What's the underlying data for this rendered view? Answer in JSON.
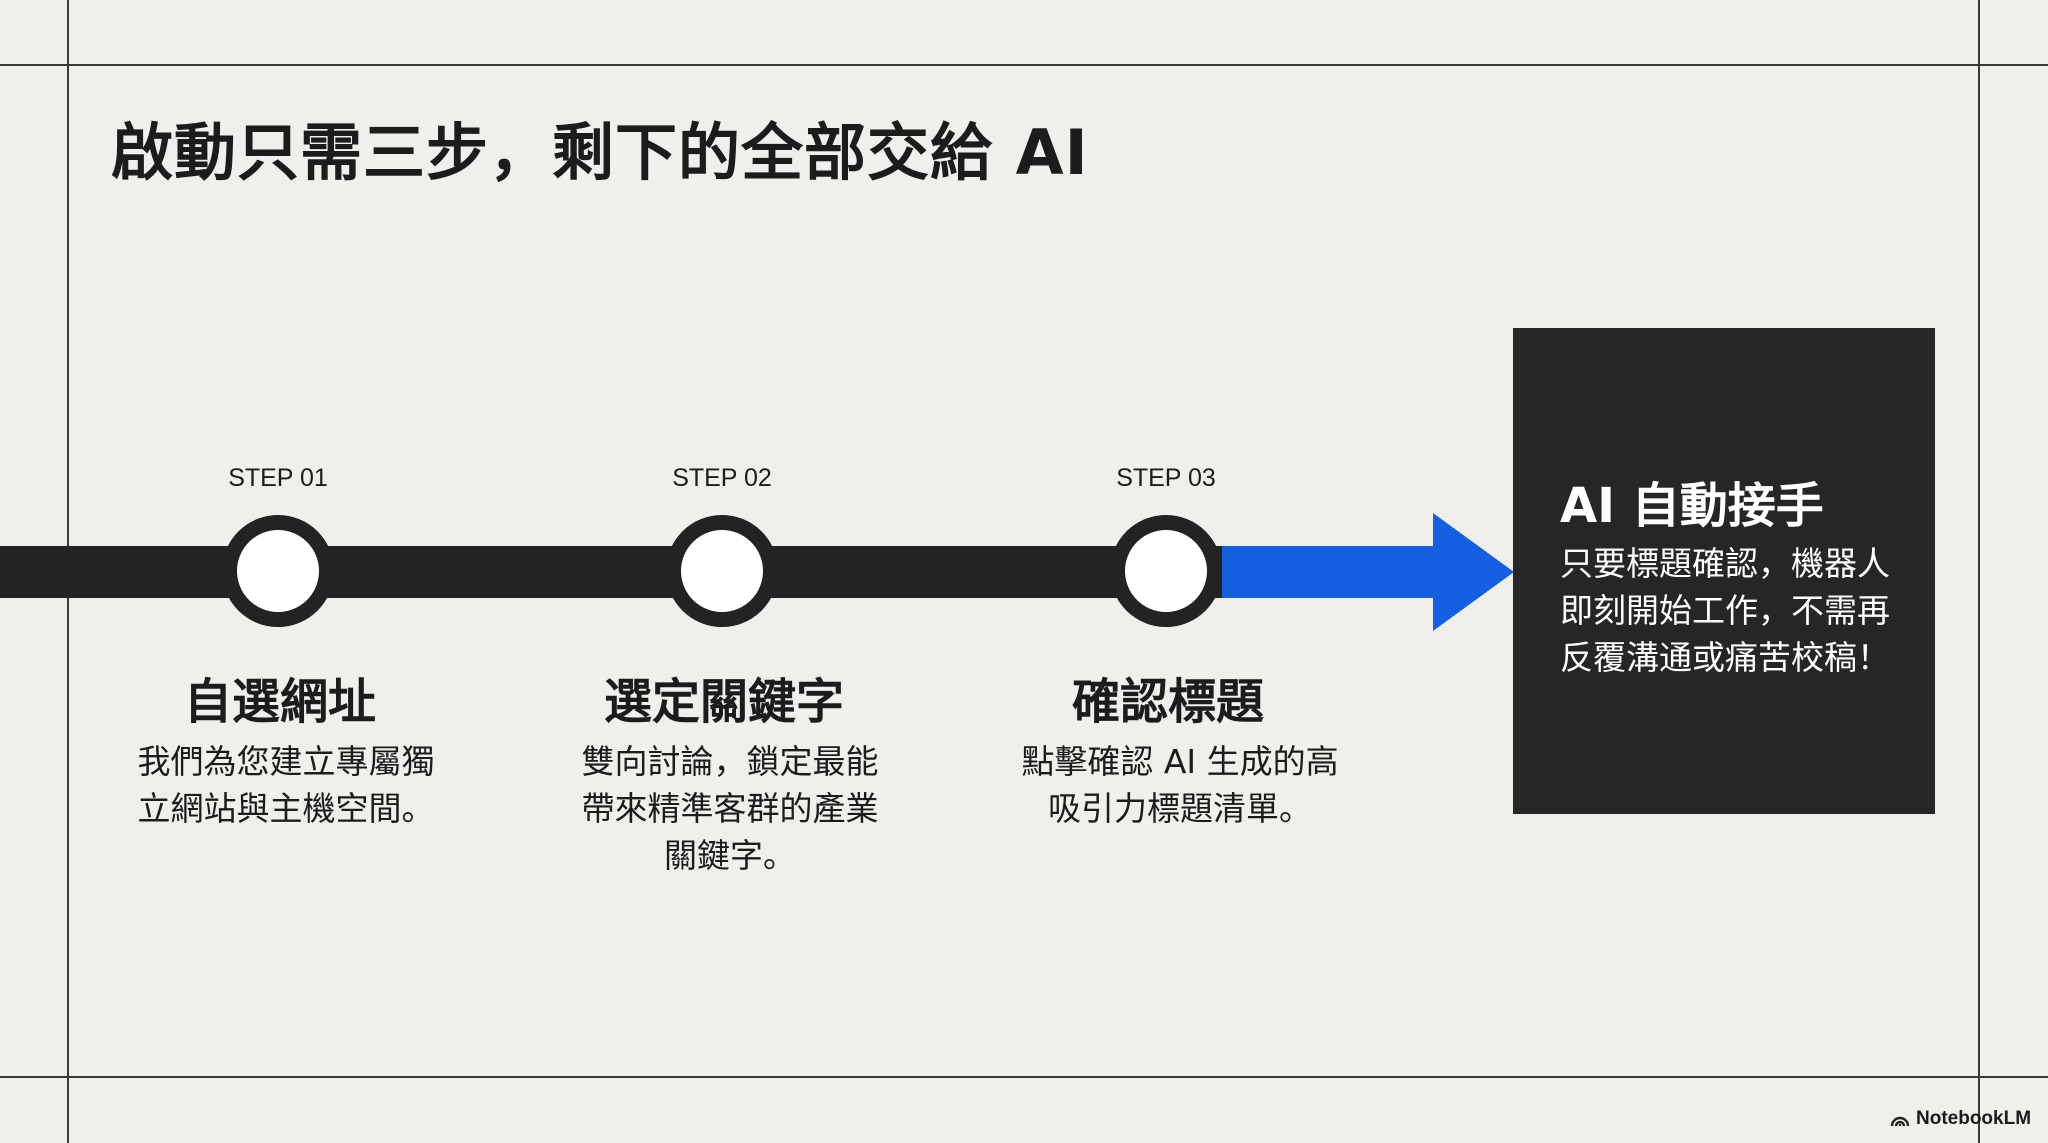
{
  "title": "啟動只需三步，剩下的全部交給 AI",
  "steps": [
    {
      "label": "STEP 01",
      "title": "自選網址",
      "desc": [
        "我們為您建立專屬獨",
        "立網站與主機空間。"
      ]
    },
    {
      "label": "STEP 02",
      "title": "選定關鍵字",
      "desc": [
        "雙向討論，鎖定最能",
        "帶來精準客群的產業",
        "關鍵字。"
      ]
    },
    {
      "label": "STEP 03",
      "title": "確認標題",
      "desc": [
        "點擊確認 AI 生成的高",
        "吸引力標題清單。"
      ]
    }
  ],
  "final": {
    "title": "AI 自動接手",
    "body": [
      "只要標題確認，機器人",
      "即刻開始工作，不需再",
      "反覆溝通或痛苦校稿！"
    ]
  },
  "brand": "NotebookLM",
  "colors": {
    "accent": "#1560e0",
    "dark": "#232323",
    "background": "#f0efeb"
  }
}
